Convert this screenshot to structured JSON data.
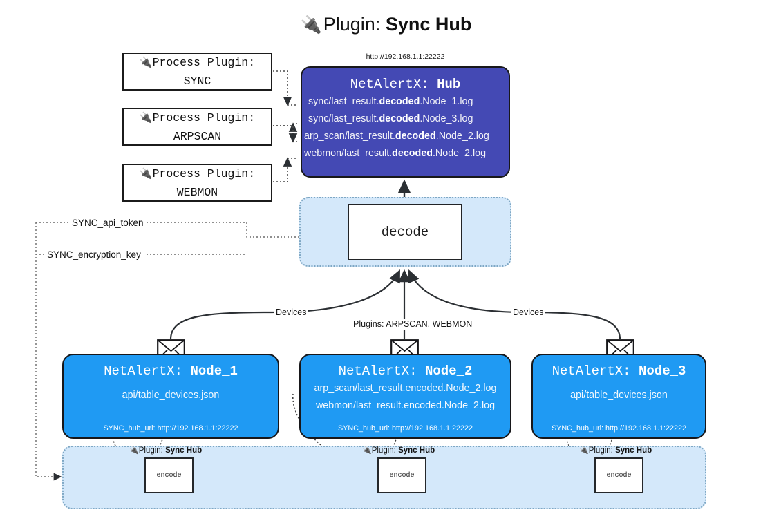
{
  "title": {
    "icon": "electric-plug-icon",
    "prefix": "Plugin:",
    "name": "Sync Hub"
  },
  "process_plugins": [
    {
      "line1": "Process Plugin:",
      "line2": "SYNC",
      "icon": "electric-plug-icon"
    },
    {
      "line1": "Process Plugin:",
      "line2": "ARPSCAN",
      "icon": "electric-plug-icon"
    },
    {
      "line1": "Process Plugin:",
      "line2": "WEBMON",
      "icon": "electric-plug-icon"
    }
  ],
  "hub": {
    "address": "http://192.168.1.1:22222",
    "title_prefix": "NetAlertX:",
    "title_name": "Hub",
    "rows": [
      {
        "pre": "sync/last_result.",
        "bold": "decoded",
        "post": ".Node_1.log"
      },
      {
        "pre": "sync/last_result.",
        "bold": "decoded",
        "post": ".Node_3.log"
      },
      {
        "pre": "arp_scan/last_result.",
        "bold": "decoded",
        "post": ".Node_2.log"
      },
      {
        "pre": "webmon/last_result.",
        "bold": "decoded",
        "post": ".Node_2.log"
      }
    ]
  },
  "decode": {
    "label": "decode"
  },
  "secrets": [
    {
      "label": "SYNC_api_token"
    },
    {
      "label": "SYNC_encryption_key"
    }
  ],
  "edge_labels": {
    "left": "Devices",
    "center": "Plugins: ARPSCAN, WEBMON",
    "right": "Devices"
  },
  "nodes": [
    {
      "title_prefix": "NetAlertX:",
      "title_name": "Node_1",
      "rows": [
        "api/table_devices.json"
      ],
      "footer": "SYNC_hub_url: http://192.168.1.1:22222",
      "icon": "envelope-icon"
    },
    {
      "title_prefix": "NetAlertX:",
      "title_name": "Node_2",
      "rows": [
        "arp_scan/last_result.encoded.Node_2.log",
        "webmon/last_result.encoded.Node_2.log"
      ],
      "footer": "SYNC_hub_url: http://192.168.1.1:22222",
      "icon": "envelope-icon"
    },
    {
      "title_prefix": "NetAlertX:",
      "title_name": "Node_3",
      "rows": [
        "api/table_devices.json"
      ],
      "footer": "SYNC_hub_url: http://192.168.1.1:22222",
      "icon": "envelope-icon"
    }
  ],
  "encoders": [
    {
      "plugin_prefix": "Plugin:",
      "plugin_name": "Sync Hub",
      "box_label": "encode",
      "icon": "electric-plug-icon"
    },
    {
      "plugin_prefix": "Plugin:",
      "plugin_name": "Sync Hub",
      "box_label": "encode",
      "icon": "electric-plug-icon"
    },
    {
      "plugin_prefix": "Plugin:",
      "plugin_name": "Sync Hub",
      "box_label": "encode",
      "icon": "electric-plug-icon"
    }
  ],
  "colors": {
    "hub_fill": "#4449b4",
    "node_fill": "#1f9af3",
    "band_fill": "#d4e8fa",
    "band_border": "#7ea7c4",
    "stroke": "#17171a",
    "background": "#ffffff"
  }
}
